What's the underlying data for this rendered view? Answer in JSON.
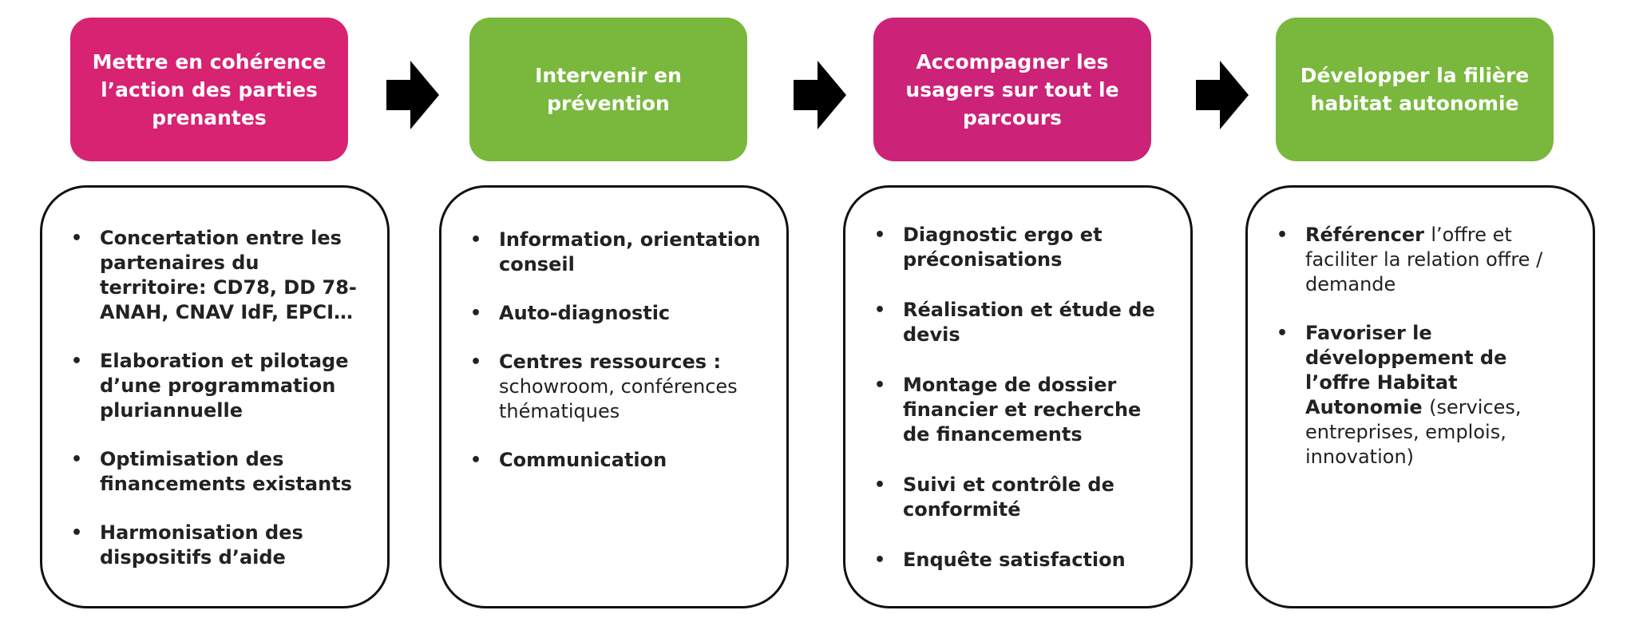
{
  "steps": [
    {
      "header": "Mettre en cohérence l’action des parties prenantes",
      "items": [
        "Concertation entre les partenaires du territoire: CD78, DD 78-ANAH, CNAV IdF, EPCI…",
        "Elaboration et pilotage d’une programmation pluriannuelle",
        "Optimisation des financements existants",
        "Harmonisation des dispositifs d’aide"
      ]
    },
    {
      "header": "Intervenir en prévention",
      "items": [
        "Information, orientation conseil",
        "Auto-diagnostic",
        "Centres ressources :",
        "schowroom, conférences thématiques",
        "Communication"
      ]
    },
    {
      "header": "Accompagner les usagers sur tout le parcours",
      "items": [
        "Diagnostic ergo et préconisations",
        "Réalisation et étude de devis",
        "Montage de dossier financier et recherche de financements",
        "Suivi et contrôle de conformité",
        "Enquête satisfaction"
      ]
    },
    {
      "header": "Développer la filière habitat autonomie",
      "items": [
        "Référencer",
        "l’offre et faciliter la relation offre / demande",
        "Favoriser le développement de l’offre Habitat Autonomie",
        "(services, entreprises, emplois, innovation)"
      ]
    }
  ],
  "bullet": "•",
  "colors": {
    "pink": "#d82272",
    "green": "#79b83c",
    "arrow": "#000000"
  }
}
